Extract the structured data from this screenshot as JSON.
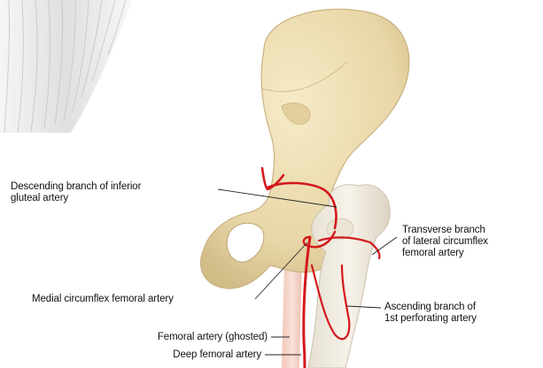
{
  "labels": {
    "descending_branch": [
      "Descending branch of inferior",
      "gluteal artery"
    ],
    "transverse_branch": [
      "Transverse branch",
      "of lateral circumflex",
      "femoral artery"
    ],
    "medial_circumflex": "Medial circumflex femoral artery",
    "ascending_branch": [
      "Ascending branch of",
      "1st perforating artery"
    ],
    "femoral_artery": "Femoral artery (ghosted)",
    "deep_femoral": "Deep femoral artery"
  },
  "colors": {
    "bone": "#ecdcb0",
    "bone_shadow": "#c9b382",
    "artery": "#d4181c",
    "ghost_artery": "#f2c4b8",
    "leader": "#222222"
  }
}
